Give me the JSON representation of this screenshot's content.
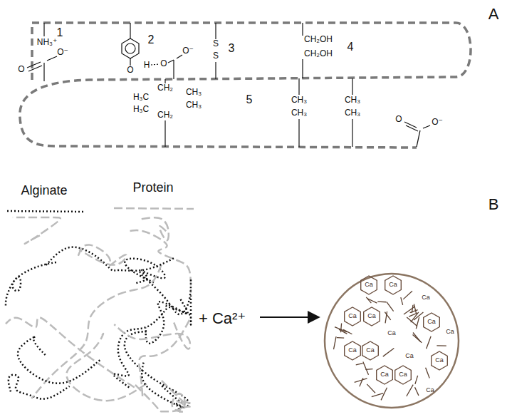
{
  "diagram": {
    "labels": [
      "A",
      "1",
      "NH₃⁺",
      "O",
      "O⁻",
      "2",
      "O",
      "H",
      "O",
      "O⁻",
      "3",
      "S",
      "S",
      "4",
      "CH₂OH",
      "CH₂OH",
      "H₃C",
      "CH₂",
      "CH₃",
      "H₃C",
      "CH₂",
      "CH₃",
      "5",
      "CH₃",
      "CH₃",
      "CH₃",
      "CH₃",
      "O",
      "O⁻",
      "B",
      "+ Ca²⁺",
      "Ca",
      "Ca",
      "Ca",
      "Ca",
      "Ca",
      "Ca",
      "Ca",
      "Ca",
      "Ca",
      "Ca",
      "Ca",
      "Ca",
      "Ca",
      "Ca",
      "Ca"
    ],
    "legend": [
      {
        "text": "Alginate"
      },
      {
        "text": "Protein"
      }
    ]
  }
}
